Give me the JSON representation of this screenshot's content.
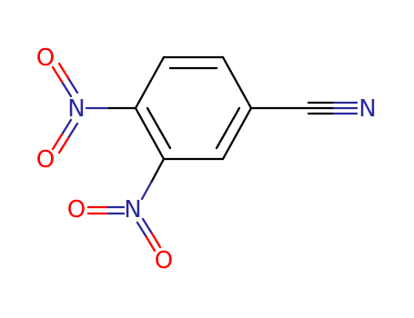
{
  "molecule": {
    "atoms": {
      "nitrile_n": {
        "element": "N",
        "color": "#2a2a9c"
      },
      "nitro1_n": {
        "element": "N",
        "color": "#2a2a9c"
      },
      "nitro1_o_top": {
        "element": "O",
        "color": "#ff0000"
      },
      "nitro1_o_bottom": {
        "element": "O",
        "color": "#ff0000"
      },
      "nitro2_n": {
        "element": "N",
        "color": "#2a2a9c"
      },
      "nitro2_o_left": {
        "element": "O",
        "color": "#ff0000"
      },
      "nitro2_o_bottom": {
        "element": "O",
        "color": "#ff0000"
      }
    },
    "colors": {
      "bond": "#000000",
      "nitrogen": "#2a2a9c",
      "oxygen": "#ff0000",
      "background": "#ffffff"
    }
  }
}
